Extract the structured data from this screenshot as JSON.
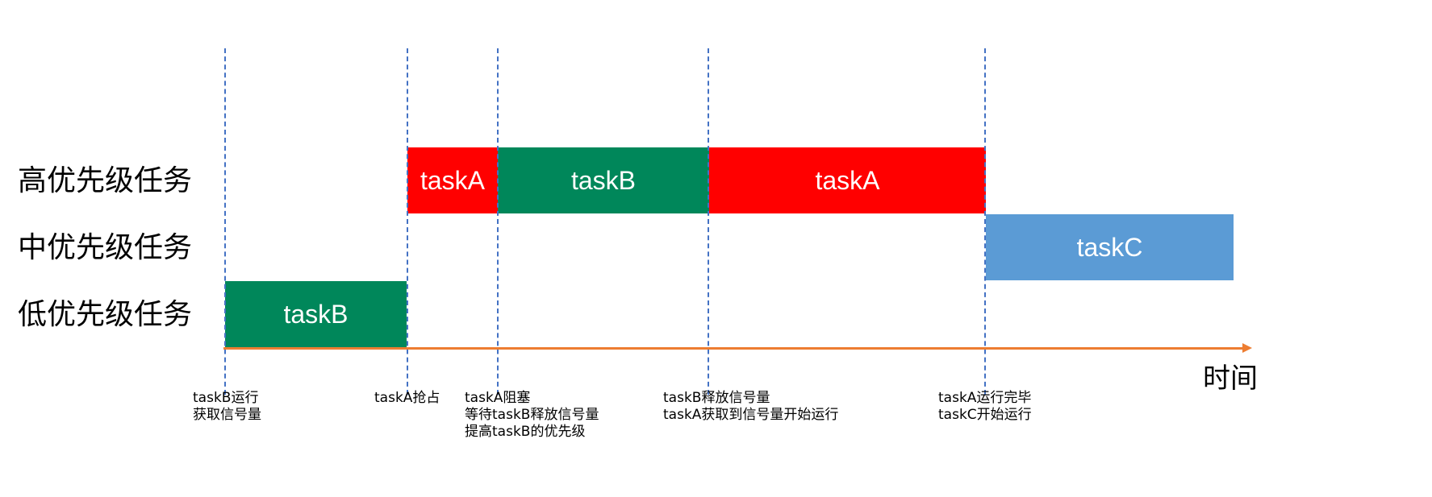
{
  "rows": {
    "high": "高优先级任务",
    "medium": "中优先级任务",
    "low": "低优先级任务"
  },
  "blocks": {
    "low_taskB": "taskB",
    "high_taskA_1": "taskA",
    "high_taskB": "taskB",
    "high_taskA_2": "taskA",
    "medium_taskC": "taskC"
  },
  "colors": {
    "taskA": "#ff0000",
    "taskB": "#00875a",
    "taskC": "#5b9bd5",
    "axis": "#ed7d31",
    "marker": "#4472c4"
  },
  "axis": {
    "label": "时间"
  },
  "events": [
    {
      "lines": [
        "taskB运行",
        "获取信号量"
      ]
    },
    {
      "lines": [
        "taskA抢占"
      ]
    },
    {
      "lines": [
        "taskA阻塞",
        "等待taskB释放信号量",
        "提高taskB的优先级"
      ]
    },
    {
      "lines": [
        "taskB释放信号量",
        "taskA获取到信号量开始运行"
      ]
    },
    {
      "lines": [
        "taskA运行完毕",
        "taskC开始运行"
      ]
    }
  ]
}
